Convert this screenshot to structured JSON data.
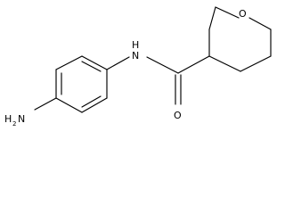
{
  "structure": {
    "atoms": {
      "oxygen_ring": "O",
      "nitrogen_amide": "N",
      "hydrogen_amide": "H",
      "oxygen_carbonyl": "O",
      "amine_prefix": "H",
      "amine_subscript": "2",
      "amine_suffix": "N"
    }
  }
}
